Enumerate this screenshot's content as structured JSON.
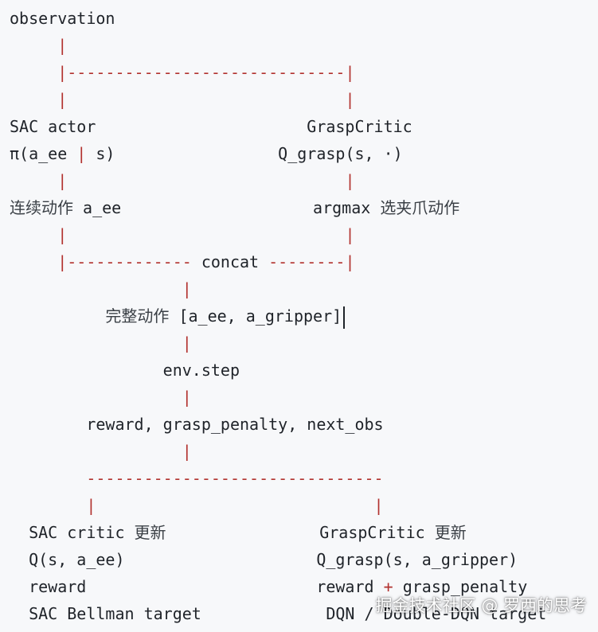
{
  "diagram": {
    "lines": [
      [
        {
          "t": "observation",
          "k": "t"
        }
      ],
      [
        {
          "t": "     ",
          "k": "t"
        },
        {
          "t": "|",
          "k": "p"
        }
      ],
      [
        {
          "t": "     ",
          "k": "t"
        },
        {
          "t": "|-----------------------------|",
          "k": "p"
        }
      ],
      [
        {
          "t": "     ",
          "k": "t"
        },
        {
          "t": "|                             |",
          "k": "p"
        }
      ],
      [
        {
          "t": "SAC actor                      GraspCritic",
          "k": "t"
        }
      ],
      [
        {
          "t": "π(a_ee ",
          "k": "t"
        },
        {
          "t": "|",
          "k": "p"
        },
        {
          "t": " s)                 Q_grasp(s, ·)",
          "k": "t"
        }
      ],
      [
        {
          "t": "     ",
          "k": "t"
        },
        {
          "t": "|                             |",
          "k": "p"
        }
      ],
      [
        {
          "t": "连续动作",
          "k": "cjk"
        },
        {
          "t": " a_ee                    argmax ",
          "k": "t"
        },
        {
          "t": "选夹爪动作",
          "k": "cjk"
        }
      ],
      [
        {
          "t": "     ",
          "k": "t"
        },
        {
          "t": "|                             |",
          "k": "p"
        }
      ],
      [
        {
          "t": "     ",
          "k": "t"
        },
        {
          "t": "|------------- ",
          "k": "p"
        },
        {
          "t": "concat",
          "k": "t"
        },
        {
          "t": " --------|",
          "k": "p"
        }
      ],
      [
        {
          "t": "                  ",
          "k": "t"
        },
        {
          "t": "|",
          "k": "p"
        }
      ],
      [
        {
          "t": "          ",
          "k": "t"
        },
        {
          "t": "完整动作",
          "k": "cjk"
        },
        {
          "t": " [a_ee, a_gripper]",
          "k": "t"
        },
        {
          "t": "",
          "k": "caret"
        }
      ],
      [
        {
          "t": "                  ",
          "k": "t"
        },
        {
          "t": "|",
          "k": "p"
        }
      ],
      [
        {
          "t": "                env.step",
          "k": "t"
        }
      ],
      [
        {
          "t": "                  ",
          "k": "t"
        },
        {
          "t": "|",
          "k": "p"
        }
      ],
      [
        {
          "t": "        reward, grasp_penalty, next_obs",
          "k": "t"
        }
      ],
      [
        {
          "t": "                  ",
          "k": "t"
        },
        {
          "t": "|",
          "k": "p"
        }
      ],
      [
        {
          "t": "        ",
          "k": "t"
        },
        {
          "t": "-------------------------------",
          "k": "p"
        }
      ],
      [
        {
          "t": "        ",
          "k": "t"
        },
        {
          "t": "|                             |",
          "k": "p"
        }
      ],
      [
        {
          "t": "  SAC critic ",
          "k": "t"
        },
        {
          "t": "更新",
          "k": "cjk"
        },
        {
          "t": "                GraspCritic ",
          "k": "t"
        },
        {
          "t": "更新",
          "k": "cjk"
        }
      ],
      [
        {
          "t": "  Q(s, a_ee)                    Q_grasp(s, a_gripper)",
          "k": "t"
        }
      ],
      [
        {
          "t": "  reward                        reward ",
          "k": "t"
        },
        {
          "t": "+",
          "k": "p"
        },
        {
          "t": " grasp_penalty",
          "k": "t"
        }
      ],
      [
        {
          "t": "  SAC Bellman target             DQN / Double-DQN target",
          "k": "t"
        }
      ]
    ]
  },
  "watermark": {
    "text": "掘金技术社区 @ 罗西的思考"
  }
}
